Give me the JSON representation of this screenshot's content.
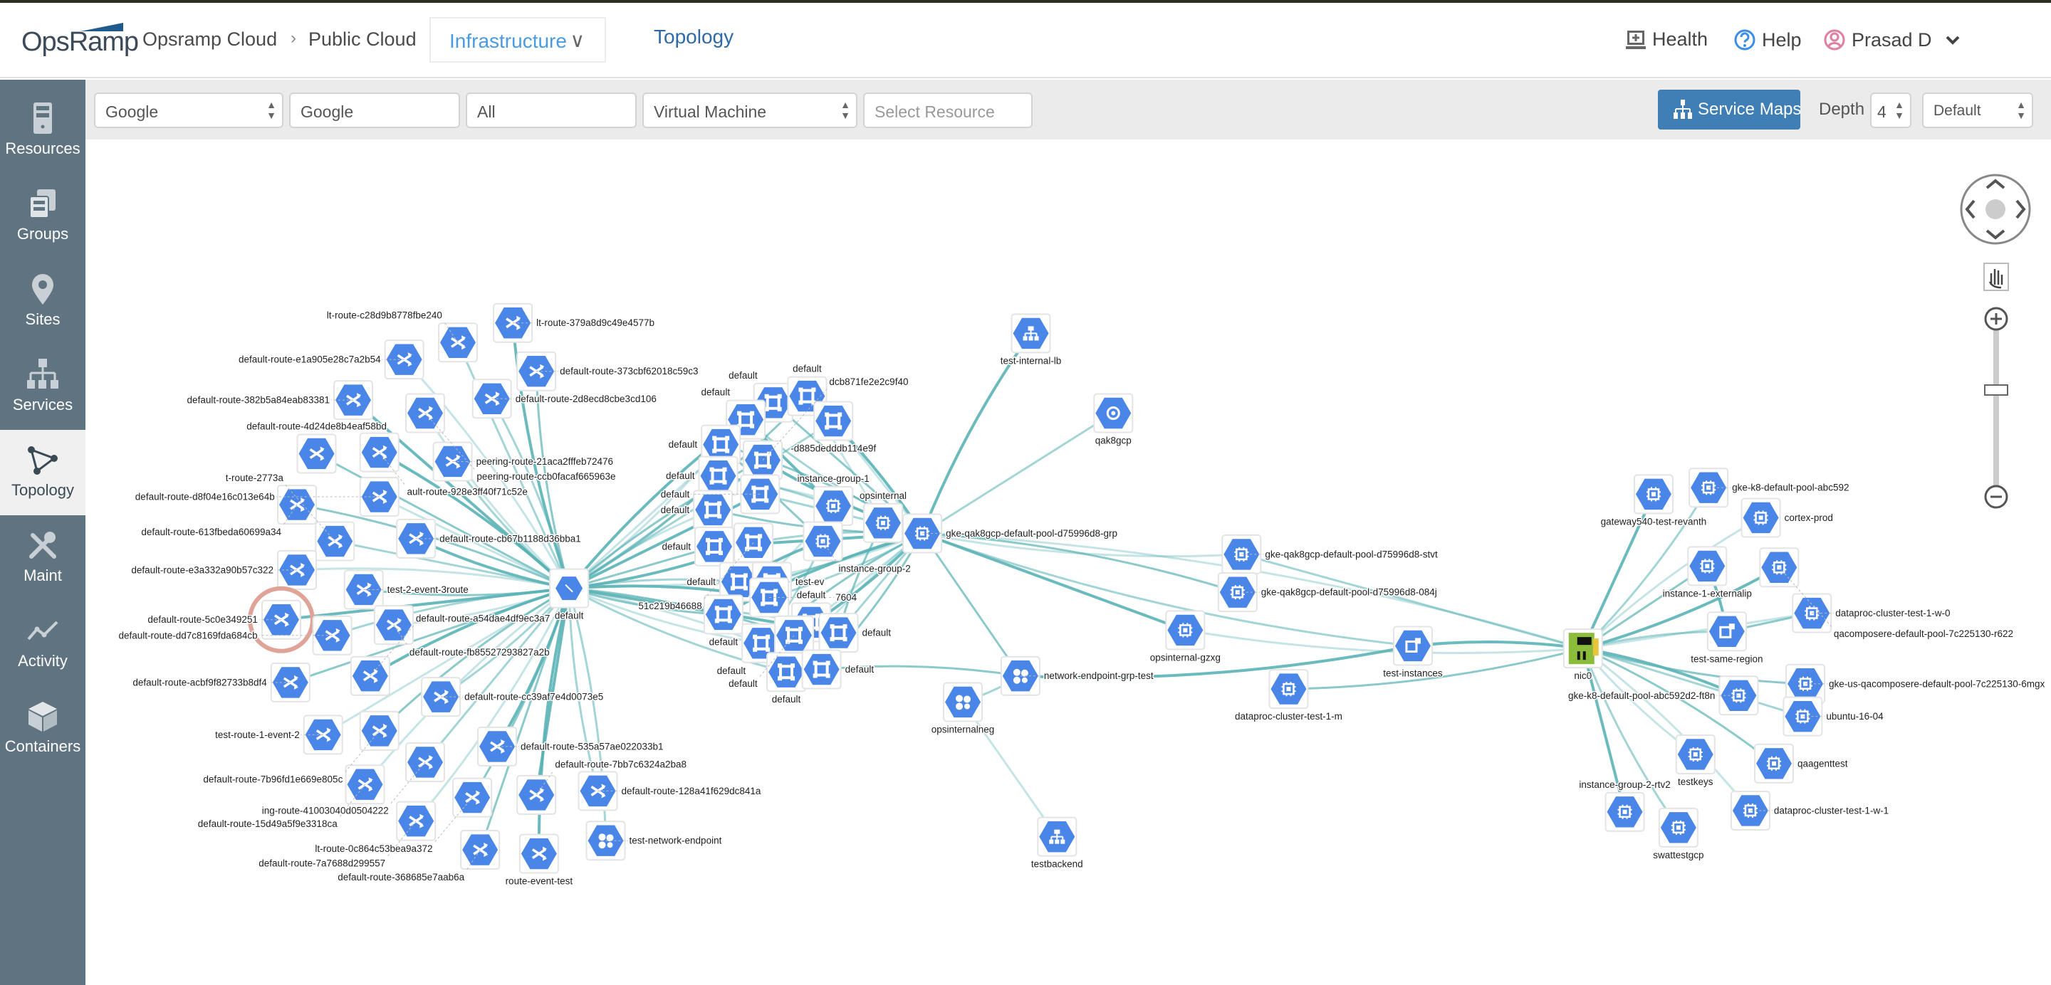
{
  "header": {
    "logo": "OpsRamp",
    "breadcrumb": [
      "Opsramp Cloud",
      "Public Cloud"
    ],
    "module_select": "Infrastructure",
    "page_link": "Topology",
    "health": "Health",
    "help": "Help",
    "user": "Prasad D"
  },
  "toolbar": {
    "cloud_provider": "Google",
    "account": "Google",
    "region": "All",
    "resource_type": "Virtual Machine",
    "resource_placeholder": "Select Resource",
    "service_maps": "Service Maps",
    "depth_label": "Depth",
    "depth_value": "4",
    "layout": "Default"
  },
  "sidebar": [
    {
      "label": "Resources",
      "icon": "server-icon"
    },
    {
      "label": "Groups",
      "icon": "groups-icon"
    },
    {
      "label": "Sites",
      "icon": "map-pin-icon"
    },
    {
      "label": "Services",
      "icon": "hierarchy-icon"
    },
    {
      "label": "Topology",
      "icon": "topology-icon",
      "active": true
    },
    {
      "label": "Maint",
      "icon": "tools-icon"
    },
    {
      "label": "Activity",
      "icon": "activity-icon"
    },
    {
      "label": "Containers",
      "icon": "cube-icon"
    }
  ],
  "colors": {
    "edge": "#5bb3b6",
    "node": "#4a86e8",
    "accent": "#3f7fb5",
    "sidebar": "#607380"
  },
  "graph": {
    "nodes": [
      {
        "id": "hub",
        "label": "default",
        "icon": "network"
      },
      {
        "id": "r1",
        "label": "lt-route-379a8d9c49e4577b",
        "icon": "route"
      },
      {
        "id": "r2",
        "label": "lt-route-c28d9b8778fbe240",
        "icon": "route"
      },
      {
        "id": "r3",
        "label": "default-route-e1a905e28c7a2b54",
        "icon": "route"
      },
      {
        "id": "r4",
        "label": "default-route-373cbf62018c59c3",
        "icon": "route"
      },
      {
        "id": "r5",
        "label": "default-route-382b5a84eab83381",
        "icon": "route"
      },
      {
        "id": "r6",
        "label": "default-route-2d8ecd8cbe3cd106",
        "icon": "route"
      },
      {
        "id": "r7",
        "label": "peering-route-ccb0facaf665963e",
        "icon": "route"
      },
      {
        "id": "r8",
        "label": "default-route-4d24de8b4eaf58bd",
        "icon": "route"
      },
      {
        "id": "r9",
        "label": "ault-route-928e3ff40f71c52e",
        "icon": "route"
      },
      {
        "id": "r10",
        "label": "peering-route-21aca2fffeb72476",
        "icon": "route"
      },
      {
        "id": "r11",
        "label": "default-route-d8f04e16c013e64b",
        "icon": "route"
      },
      {
        "id": "r12",
        "label": "default-route-613fbeda60699a34",
        "icon": "route"
      },
      {
        "id": "r13",
        "label": "default-route-cb67b1188d36bba1",
        "icon": "route"
      },
      {
        "id": "r14",
        "label": "t-route-2773a",
        "icon": "route"
      },
      {
        "id": "r15",
        "label": "default-route-e3a332a90b57c322",
        "icon": "route"
      },
      {
        "id": "r16",
        "label": "test-2-event-3route",
        "icon": "route"
      },
      {
        "id": "r17",
        "label": "default-route-5c0e349251",
        "icon": "route",
        "highlighted": true
      },
      {
        "id": "r18",
        "label": "default-route-dd7c8169fda684cb",
        "icon": "route"
      },
      {
        "id": "r19",
        "label": "default-route-fb85527293827a2b",
        "icon": "route"
      },
      {
        "id": "r20",
        "label": "default-route-acbf9f82733b8df4",
        "icon": "route"
      },
      {
        "id": "r21",
        "label": "default-route-a54dae4df9ec3a7",
        "icon": "route"
      },
      {
        "id": "r22",
        "label": "default-route-cc39af7e4d0073e5",
        "icon": "route"
      },
      {
        "id": "r23",
        "label": "test-route-1-event-2",
        "icon": "route"
      },
      {
        "id": "r24",
        "label": "default-route-7b96fd1e669e805c",
        "icon": "route"
      },
      {
        "id": "r25",
        "label": "default-route-535a57ae022033b1",
        "icon": "route"
      },
      {
        "id": "r26",
        "label": "ing-route-41003040d0504222",
        "icon": "route"
      },
      {
        "id": "r27",
        "label": "default-route-15d49a5f9e3318ca",
        "icon": "route"
      },
      {
        "id": "r28",
        "label": "lt-route-0c864c53bea9a372",
        "icon": "route"
      },
      {
        "id": "r29",
        "label": "default-route-7bb7c6324a2ba8",
        "icon": "route"
      },
      {
        "id": "r30",
        "label": "default-route-128a41f629dc841a",
        "icon": "route"
      },
      {
        "id": "r31",
        "label": "default-route-7a7688d299557",
        "icon": "route"
      },
      {
        "id": "r32",
        "label": "default-route-368685e7aab6a",
        "icon": "route"
      },
      {
        "id": "r33",
        "label": "route-event-test",
        "icon": "route"
      },
      {
        "id": "tne",
        "label": "test-network-endpoint",
        "icon": "neg"
      },
      {
        "id": "d1",
        "label": "default",
        "icon": "subnet"
      },
      {
        "id": "d2",
        "label": "default",
        "icon": "subnet"
      },
      {
        "id": "d3",
        "label": "default",
        "icon": "subnet"
      },
      {
        "id": "d4",
        "label": "-d885dedddb114e9f",
        "icon": "subnet"
      },
      {
        "id": "d5",
        "label": "default",
        "icon": "subnet"
      },
      {
        "id": "d6",
        "label": "dcb871fe2e2c9f40",
        "icon": "subnet"
      },
      {
        "id": "d7",
        "label": "default",
        "icon": "subnet"
      },
      {
        "id": "d8",
        "label": "default",
        "icon": "subnet"
      },
      {
        "id": "d9",
        "label": "default",
        "icon": "subnet"
      },
      {
        "id": "d10",
        "label": "default",
        "icon": "subnet"
      },
      {
        "id": "d11",
        "label": "51c219b46688",
        "icon": "subnet"
      },
      {
        "id": "d12",
        "label": "default",
        "icon": "subnet"
      },
      {
        "id": "d13",
        "label": "test-ev",
        "icon": "subnet"
      },
      {
        "id": "d14",
        "label": "default",
        "icon": "subnet"
      },
      {
        "id": "d15",
        "label": "7604",
        "icon": "subnet"
      },
      {
        "id": "d16",
        "label": "default",
        "icon": "subnet"
      },
      {
        "id": "d17",
        "label": "default",
        "icon": "subnet"
      },
      {
        "id": "d18",
        "label": "default",
        "icon": "subnet"
      },
      {
        "id": "d19",
        "label": "default",
        "icon": "subnet"
      },
      {
        "id": "d20",
        "label": "default",
        "icon": "subnet"
      },
      {
        "id": "d21",
        "label": "default",
        "icon": "subnet"
      },
      {
        "id": "ig1",
        "label": "instance-group-1",
        "icon": "compute"
      },
      {
        "id": "ig2",
        "label": "instance-group-2",
        "icon": "compute"
      },
      {
        "id": "opi",
        "label": "opsinternal",
        "icon": "compute"
      },
      {
        "id": "grp",
        "label": "gke-qak8gcp-default-pool-d75996d8-grp",
        "icon": "compute"
      },
      {
        "id": "til",
        "label": "test-internal-lb",
        "icon": "lb"
      },
      {
        "id": "qak",
        "label": "qak8gcp",
        "icon": "k8s"
      },
      {
        "id": "stvt",
        "label": "gke-qak8gcp-default-pool-d75996d8-stvt",
        "icon": "compute"
      },
      {
        "id": "j084",
        "label": "gke-qak8gcp-default-pool-d75996d8-084j",
        "icon": "compute"
      },
      {
        "id": "gzxg",
        "label": "opsinternal-gzxg",
        "icon": "compute"
      },
      {
        "id": "ti",
        "label": "test-instances",
        "icon": "group"
      },
      {
        "id": "dpm",
        "label": "dataproc-cluster-test-1-m",
        "icon": "compute"
      },
      {
        "id": "negt",
        "label": "network-endpoint-grp-test",
        "icon": "neg"
      },
      {
        "id": "opneg",
        "label": "opsinternalneg",
        "icon": "neg"
      },
      {
        "id": "tbe",
        "label": "testbackend",
        "icon": "lb"
      },
      {
        "id": "nic",
        "label": "nic0",
        "icon": "nic"
      },
      {
        "id": "gw",
        "label": "gateway540-test-revanth",
        "icon": "compute"
      },
      {
        "id": "gkab",
        "label": "gke-k8-default-pool-abc592",
        "icon": "compute"
      },
      {
        "id": "cp",
        "label": "cortex-prod",
        "icon": "compute"
      },
      {
        "id": "i1e",
        "label": "instance-1-externalip",
        "icon": "compute"
      },
      {
        "id": "r622",
        "label": "qacomposere-default-pool-7c225130-r622",
        "icon": "compute"
      },
      {
        "id": "tsr",
        "label": "test-same-region",
        "icon": "group"
      },
      {
        "id": "w0",
        "label": "dataproc-cluster-test-1-w-0",
        "icon": "compute"
      },
      {
        "id": "mgx",
        "label": "gke-us-qacomposere-default-pool-7c225130-6mgx",
        "icon": "compute"
      },
      {
        "id": "ft8n",
        "label": "gke-k8-default-pool-abc592d2-ft8n",
        "icon": "compute"
      },
      {
        "id": "ub",
        "label": "ubuntu-16-04",
        "icon": "compute"
      },
      {
        "id": "tk",
        "label": "testkeys",
        "icon": "compute"
      },
      {
        "id": "qa",
        "label": "qaagenttest",
        "icon": "compute"
      },
      {
        "id": "ig2r",
        "label": "instance-group-2-rtv2",
        "icon": "compute"
      },
      {
        "id": "swt",
        "label": "swattestgcp",
        "icon": "compute"
      },
      {
        "id": "w1",
        "label": "dataproc-cluster-test-1-w-1",
        "icon": "compute"
      }
    ],
    "edges": [
      [
        "hub",
        "r1"
      ],
      [
        "hub",
        "r2"
      ],
      [
        "hub",
        "r3"
      ],
      [
        "hub",
        "r4"
      ],
      [
        "hub",
        "r5"
      ],
      [
        "hub",
        "r6"
      ],
      [
        "hub",
        "r7"
      ],
      [
        "hub",
        "r8"
      ],
      [
        "hub",
        "r9"
      ],
      [
        "hub",
        "r10"
      ],
      [
        "hub",
        "r11"
      ],
      [
        "hub",
        "r12"
      ],
      [
        "hub",
        "r13"
      ],
      [
        "hub",
        "r14"
      ],
      [
        "hub",
        "r15"
      ],
      [
        "hub",
        "r16"
      ],
      [
        "hub",
        "r17"
      ],
      [
        "hub",
        "r18"
      ],
      [
        "hub",
        "r19"
      ],
      [
        "hub",
        "r20"
      ],
      [
        "hub",
        "r21"
      ],
      [
        "hub",
        "r22"
      ],
      [
        "hub",
        "r23"
      ],
      [
        "hub",
        "r24"
      ],
      [
        "hub",
        "r25"
      ],
      [
        "hub",
        "r26"
      ],
      [
        "hub",
        "r27"
      ],
      [
        "hub",
        "r28"
      ],
      [
        "hub",
        "r29"
      ],
      [
        "hub",
        "r30"
      ],
      [
        "hub",
        "r31"
      ],
      [
        "hub",
        "r32"
      ],
      [
        "hub",
        "r33"
      ],
      [
        "hub",
        "tne"
      ],
      [
        "hub",
        "d1"
      ],
      [
        "hub",
        "d2"
      ],
      [
        "hub",
        "d3"
      ],
      [
        "hub",
        "d4"
      ],
      [
        "hub",
        "d5"
      ],
      [
        "hub",
        "d6"
      ],
      [
        "hub",
        "d7"
      ],
      [
        "hub",
        "d8"
      ],
      [
        "hub",
        "d9"
      ],
      [
        "hub",
        "d10"
      ],
      [
        "hub",
        "d11"
      ],
      [
        "hub",
        "d12"
      ],
      [
        "hub",
        "d13"
      ],
      [
        "hub",
        "d14"
      ],
      [
        "hub",
        "d15"
      ],
      [
        "hub",
        "d16"
      ],
      [
        "hub",
        "d17"
      ],
      [
        "hub",
        "d18"
      ],
      [
        "hub",
        "d19"
      ],
      [
        "hub",
        "d20"
      ],
      [
        "hub",
        "d21"
      ],
      [
        "grp",
        "d1"
      ],
      [
        "grp",
        "d2"
      ],
      [
        "grp",
        "d3"
      ],
      [
        "grp",
        "d4"
      ],
      [
        "grp",
        "d5"
      ],
      [
        "grp",
        "d6"
      ],
      [
        "grp",
        "d7"
      ],
      [
        "grp",
        "d8"
      ],
      [
        "grp",
        "d9"
      ],
      [
        "grp",
        "d10"
      ],
      [
        "grp",
        "d11"
      ],
      [
        "grp",
        "d12"
      ],
      [
        "grp",
        "d13"
      ],
      [
        "grp",
        "d14"
      ],
      [
        "grp",
        "d15"
      ],
      [
        "grp",
        "d16"
      ],
      [
        "grp",
        "d17"
      ],
      [
        "grp",
        "d18"
      ],
      [
        "grp",
        "d19"
      ],
      [
        "grp",
        "d20"
      ],
      [
        "grp",
        "d21"
      ],
      [
        "ig1",
        "d3"
      ],
      [
        "ig1",
        "d8"
      ],
      [
        "ig1",
        "d14"
      ],
      [
        "ig2",
        "d5"
      ],
      [
        "ig2",
        "d12"
      ],
      [
        "ig2",
        "d17"
      ],
      [
        "opi",
        "d2"
      ],
      [
        "opi",
        "d19"
      ],
      [
        "grp",
        "til"
      ],
      [
        "grp",
        "qak"
      ],
      [
        "grp",
        "stvt"
      ],
      [
        "grp",
        "j084"
      ],
      [
        "grp",
        "gzxg"
      ],
      [
        "grp",
        "ti"
      ],
      [
        "grp",
        "nic"
      ],
      [
        "grp",
        "negt"
      ],
      [
        "negt",
        "ti"
      ],
      [
        "negt",
        "opneg"
      ],
      [
        "tbe",
        "opneg"
      ],
      [
        "dpm",
        "nic"
      ],
      [
        "ti",
        "nic"
      ],
      [
        "stvt",
        "nic"
      ],
      [
        "gzxg",
        "nic"
      ],
      [
        "d21",
        "negt"
      ],
      [
        "nic",
        "gw"
      ],
      [
        "nic",
        "gkab"
      ],
      [
        "nic",
        "cp"
      ],
      [
        "nic",
        "i1e"
      ],
      [
        "nic",
        "r622"
      ],
      [
        "nic",
        "tsr"
      ],
      [
        "nic",
        "w0"
      ],
      [
        "nic",
        "mgx"
      ],
      [
        "nic",
        "ft8n"
      ],
      [
        "nic",
        "ub"
      ],
      [
        "nic",
        "tk"
      ],
      [
        "nic",
        "qa"
      ],
      [
        "nic",
        "ig2r"
      ],
      [
        "nic",
        "swt"
      ],
      [
        "nic",
        "w1"
      ],
      [
        "tsr",
        "w0"
      ],
      [
        "tsr",
        "i1e"
      ]
    ]
  }
}
